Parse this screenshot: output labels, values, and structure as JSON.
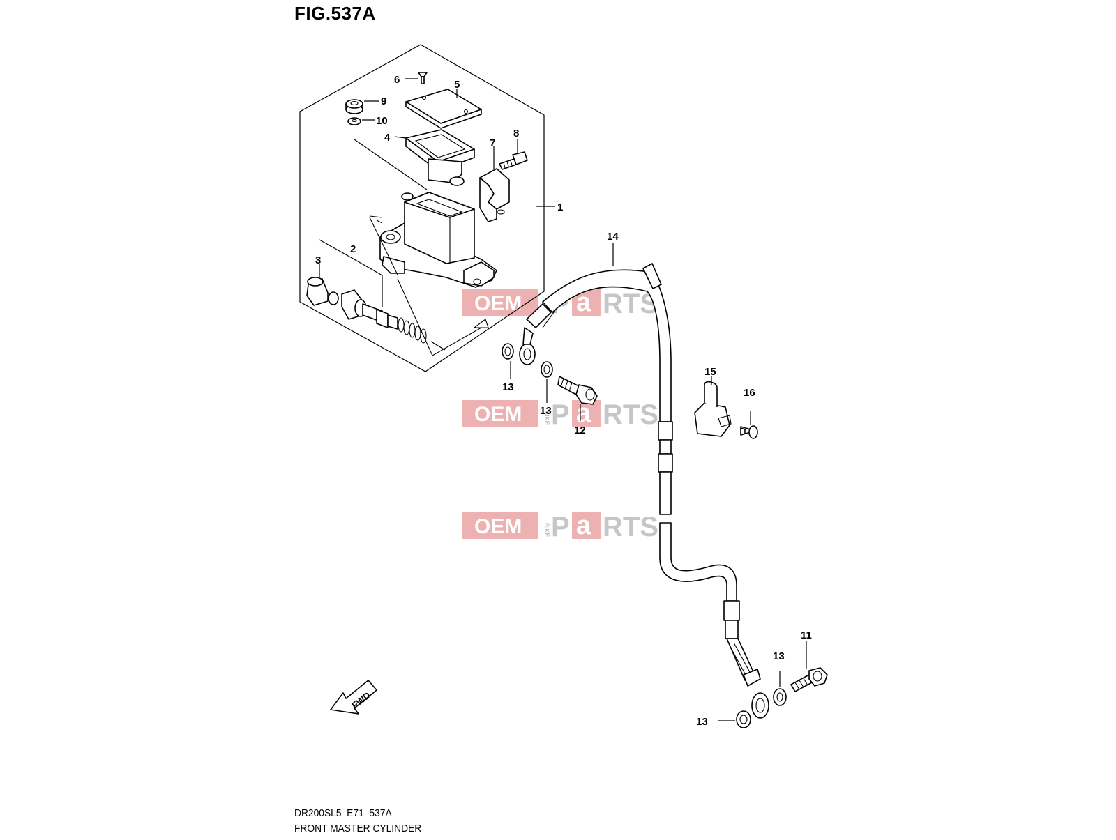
{
  "figure": {
    "title": "FIG.537A",
    "model_code": "DR200SL5_E71_537A",
    "name": "FRONT MASTER CYLINDER"
  },
  "callouts": {
    "c1": "1",
    "c2": "2",
    "c3": "3",
    "c4": "4",
    "c5": "5",
    "c6": "6",
    "c7": "7",
    "c8": "8",
    "c9": "9",
    "c10": "10",
    "c11": "11",
    "c12": "12",
    "c13a": "13",
    "c13b": "13",
    "c13c": "13",
    "c13d": "13",
    "c14": "14",
    "c15": "15",
    "c16": "16"
  },
  "direction_arrow": {
    "label": "FWD"
  },
  "watermark": {
    "oem": "OEM",
    "bike": "BIKE",
    "p": "P",
    "a": "a",
    "rts": "RTS"
  },
  "colors": {
    "watermark_red": "#e89797",
    "watermark_gray": "#b9b9b9"
  }
}
